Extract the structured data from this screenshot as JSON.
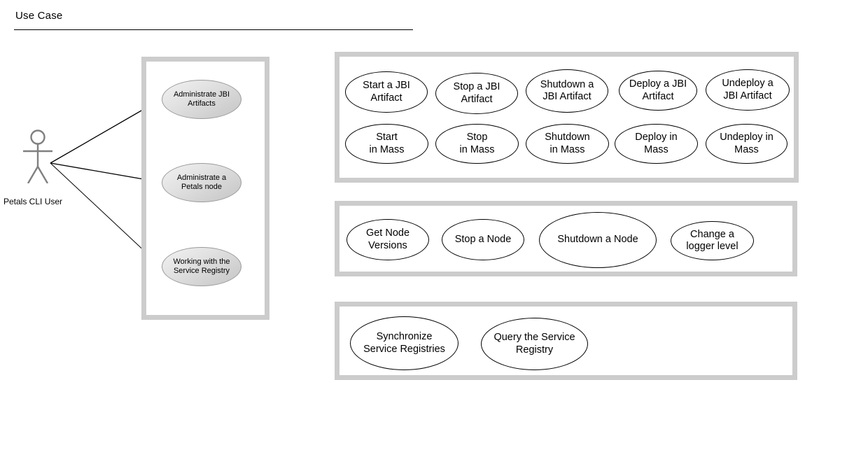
{
  "title": "Use Case",
  "actor": {
    "name": "Petals CLI User",
    "color": "#808080"
  },
  "colors": {
    "group_border": "#cccccc",
    "ellipse_stroke": "#000000",
    "shaded_ellipse_fill": "#d4d4d4",
    "actor": "#808080",
    "background": "#ffffff"
  },
  "groups": [
    {
      "id": "actor-usecases",
      "name": "high-level-use-cases",
      "use_cases": [
        {
          "label": "Administrate JBI Artifacts",
          "lines": [
            "Administrate JBI",
            "Artifacts"
          ]
        },
        {
          "label": "Administrate a Petals node",
          "lines": [
            "Administrate a",
            "Petals node"
          ]
        },
        {
          "label": "Working with the Service Registry",
          "lines": [
            "Working with the",
            "Service Registry"
          ]
        }
      ]
    },
    {
      "id": "jbi-artifacts",
      "name": "jbi-artifact-use-cases",
      "use_cases": [
        {
          "label": "Start a JBI Artifact",
          "lines": [
            "Start a JBI",
            "Artifact"
          ]
        },
        {
          "label": "Stop a JBI Artifact",
          "lines": [
            "Stop a JBI",
            "Artifact"
          ]
        },
        {
          "label": "Shutdown a JBI Artifact",
          "lines": [
            "Shutdown a",
            "JBI Artifact"
          ]
        },
        {
          "label": "Deploy a JBI Artifact",
          "lines": [
            "Deploy a JBI",
            "Artifact"
          ]
        },
        {
          "label": "Undeploy a JBI Artifact",
          "lines": [
            "Undeploy a",
            "JBI Artifact"
          ]
        },
        {
          "label": "Start in Mass",
          "lines": [
            "Start",
            "in Mass"
          ]
        },
        {
          "label": "Stop in Mass",
          "lines": [
            "Stop",
            "in Mass"
          ]
        },
        {
          "label": "Shutdown in Mass",
          "lines": [
            "Shutdown",
            "in Mass"
          ]
        },
        {
          "label": "Deploy in Mass",
          "lines": [
            "Deploy in",
            "Mass"
          ]
        },
        {
          "label": "Undeploy in Mass",
          "lines": [
            "Undeploy in",
            "Mass"
          ]
        }
      ]
    },
    {
      "id": "petals-node",
      "name": "petals-node-use-cases",
      "use_cases": [
        {
          "label": "Get Node Versions",
          "lines": [
            "Get Node",
            "Versions"
          ]
        },
        {
          "label": "Stop a Node",
          "lines": [
            "Stop a Node"
          ]
        },
        {
          "label": "Shutdown a Node",
          "lines": [
            "Shutdown a Node"
          ]
        },
        {
          "label": "Change a logger level",
          "lines": [
            "Change a",
            "logger level"
          ]
        }
      ]
    },
    {
      "id": "service-registry",
      "name": "service-registry-use-cases",
      "use_cases": [
        {
          "label": "Synchronize Service Registries",
          "lines": [
            "Synchronize",
            "Service Registries"
          ]
        },
        {
          "label": "Query the Service Registry",
          "lines": [
            "Query the Service",
            "Registry"
          ]
        }
      ]
    }
  ]
}
